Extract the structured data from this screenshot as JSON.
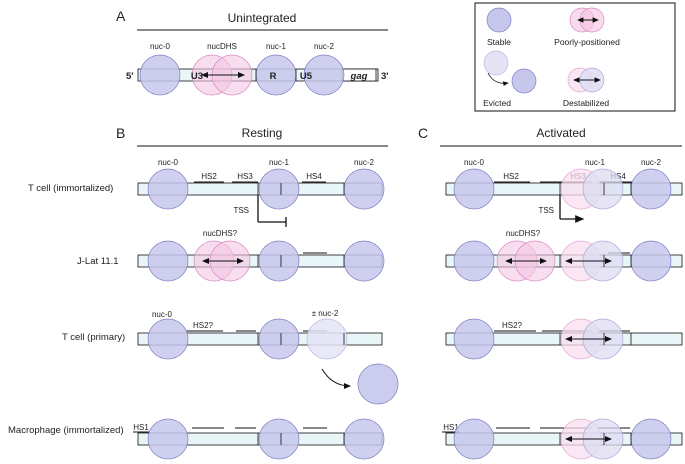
{
  "panels": {
    "a": {
      "letter": "A",
      "title": "Unintegrated"
    },
    "b": {
      "letter": "B",
      "title": "Resting"
    },
    "c": {
      "letter": "C",
      "title": "Activated"
    }
  },
  "unintegrated": {
    "end5": "5'",
    "end3": "3'",
    "regions": [
      "U3",
      "R",
      "U5"
    ],
    "gene": "gag",
    "nucs": [
      "nuc-0",
      "nucDHS",
      "nuc-1",
      "nuc-2"
    ]
  },
  "legend": {
    "stable": "Stable",
    "poorly_positioned": "Poorly-positioned",
    "evicted": "Evicted",
    "destabilized": "Destabilized"
  },
  "rows": {
    "t_immortal": "T cell (immortalized)",
    "jlat": "J-Lat 11.1",
    "t_primary": "T cell (primary)",
    "macrophage": "Macrophage (immortalized)"
  },
  "labels": {
    "nuc0": "nuc-0",
    "nuc1": "nuc-1",
    "nuc2": "nuc-2",
    "hs1": "HS1",
    "hs2": "HS2",
    "hs2q": "HS2?",
    "hs3": "HS3",
    "hs4": "HS4",
    "tss": "TSS",
    "nucdhs_q": "nucDHS?",
    "pm_nuc2": "± nuc-2"
  },
  "colors": {
    "stable": "#c7c7ec",
    "stable_stroke": "#7f7fc4",
    "pink": "#f4c6e3",
    "pink_stroke": "#d98ac0",
    "dna_fill": "#e8f6f7"
  }
}
